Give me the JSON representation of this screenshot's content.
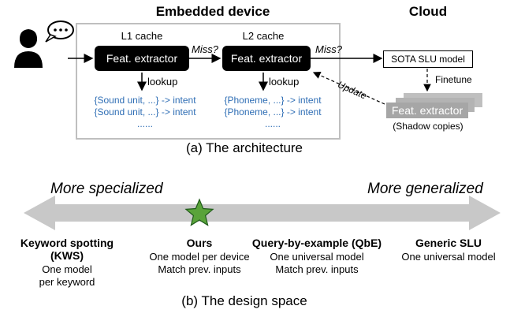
{
  "architecture": {
    "embedded_title": "Embedded device",
    "cloud_title": "Cloud",
    "l1_label": "L1 cache",
    "l2_label": "L2 cache",
    "extractor_label": "Feat. extractor",
    "miss_label": "Miss?",
    "lookup_label": "lookup",
    "l1_entries": [
      "{Sound unit, ...} -> intent",
      "{Sound unit, ...} -> intent",
      "......"
    ],
    "l2_entries": [
      "{Phoneme, ...} -> intent",
      "{Phoneme, ...} -> intent",
      "......"
    ],
    "sota_label": "SOTA SLU model",
    "finetune_label": "Finetune",
    "update_label": "Update",
    "shadow_extractor_label": "Feat. extractor",
    "shadow_caption": "(Shadow copies)",
    "caption": "(a) The architecture"
  },
  "design_space": {
    "left_label": "More specialized",
    "right_label": "More generalized",
    "points": [
      {
        "title": "Keyword spotting (KWS)",
        "lines": [
          "One model",
          "per keyword"
        ]
      },
      {
        "title": "Ours",
        "lines": [
          "One model per device",
          "Match prev. inputs"
        ]
      },
      {
        "title": "Query-by-example (QbE)",
        "lines": [
          "One universal model",
          "Match prev. inputs"
        ]
      },
      {
        "title": "Generic SLU",
        "lines": [
          "One universal model"
        ]
      }
    ],
    "caption": "(b) The design space"
  },
  "colors": {
    "arrow_gray": "#c8c8c8",
    "entry_blue": "#2f6eb5",
    "star_green": "#5aa33a",
    "shadow_gray": "#a6a6a6"
  },
  "icons": {
    "user": "user-speaking-icon",
    "star": "star-icon"
  }
}
